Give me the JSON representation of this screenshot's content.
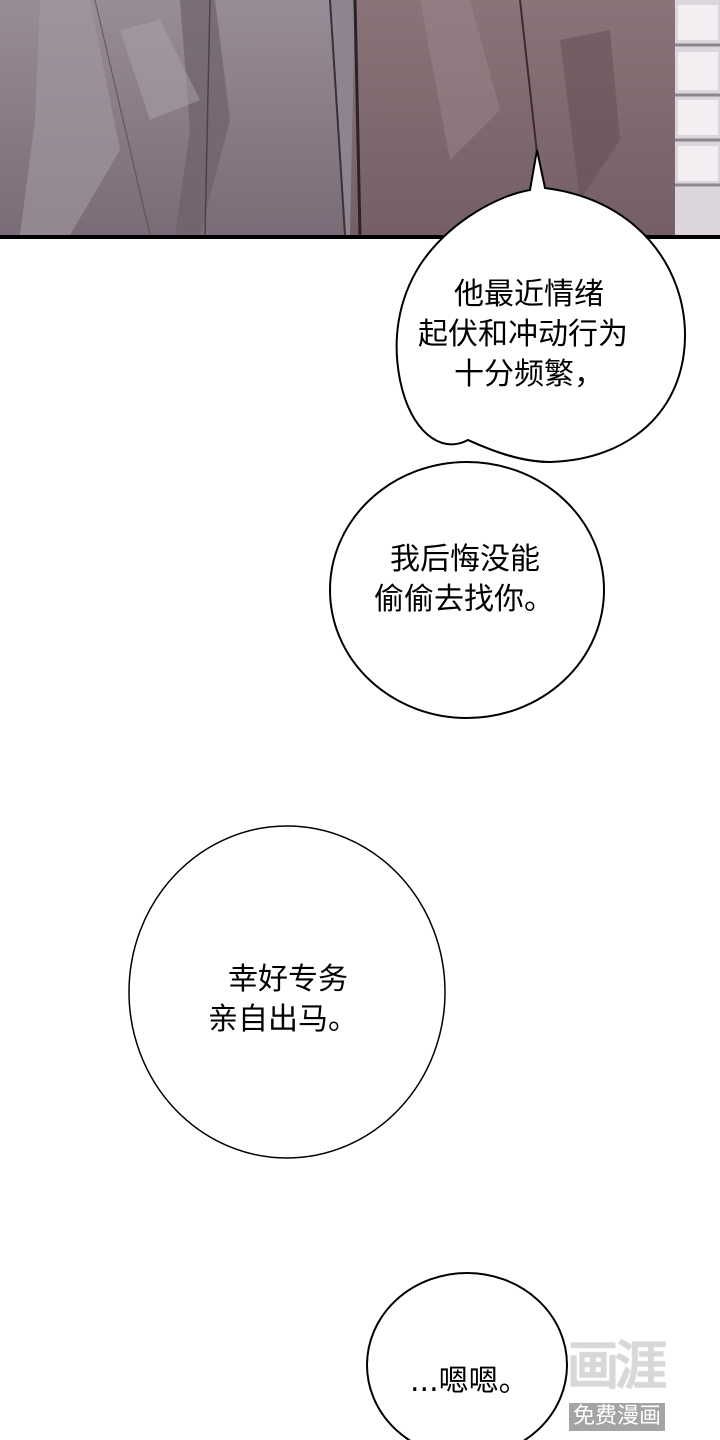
{
  "panel": {
    "scene": "Two figures in long coats standing near a window",
    "colors": {
      "shadow": "#5f5460",
      "coat_left": "#8a7c86",
      "coat_right": "#7d6a6e",
      "window": "#e9e4e9"
    }
  },
  "bubbles": [
    {
      "lines": [
        "他最近情绪",
        "起伏和冲动行为",
        "十分频繁，"
      ]
    },
    {
      "lines": [
        "我后悔没能",
        "偷偷去找你。"
      ]
    },
    {
      "lines": [
        "幸好专务",
        "亲自出马。"
      ]
    },
    {
      "lines": [
        "...嗯嗯。"
      ]
    }
  ],
  "watermark": {
    "logo": "画涯",
    "caption": "免费漫画"
  }
}
